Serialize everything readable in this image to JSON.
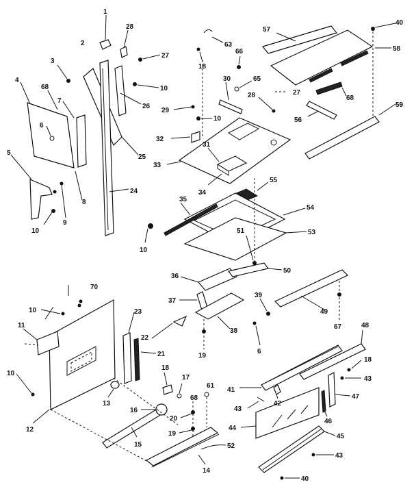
{
  "labels": {
    "l1": "1",
    "l28a": "28",
    "l27a": "27",
    "l2": "2",
    "l3": "3",
    "l10a": "10",
    "l68a": "68",
    "l7": "7",
    "l4": "4",
    "l6a": "6",
    "l26": "26",
    "l25": "25",
    "l5": "5",
    "l8": "8",
    "l24": "24",
    "l9": "9",
    "l10b": "10",
    "l63": "63",
    "l18a": "18",
    "l66": "66",
    "l30": "30",
    "l65": "65",
    "l57": "57",
    "l40a": "40",
    "l58": "58",
    "l68b": "68",
    "l56": "56",
    "l59": "59",
    "l29": "29",
    "l10c": "10",
    "l28b": "28",
    "l27b": "27",
    "l31": "31",
    "l32": "32",
    "l33": "33",
    "l34": "34",
    "l55": "55",
    "l35": "35",
    "l54": "54",
    "l51": "51",
    "l53": "53",
    "l10d": "10",
    "l36": "36",
    "l50": "50",
    "l37": "37",
    "l38": "38",
    "l39": "39",
    "l49": "49",
    "l67": "67",
    "l19a": "19",
    "l6b": "6",
    "l70": "70",
    "l10e": "10",
    "l23": "23",
    "l11": "11",
    "l22": "22",
    "l21": "21",
    "l10f": "10",
    "l18b": "18",
    "l17": "17",
    "l13": "13",
    "l12": "12",
    "l61": "61",
    "l16": "16",
    "l68c": "68",
    "l20": "20",
    "l19b": "19",
    "l15": "15",
    "l52": "52",
    "l14": "14",
    "l48": "48",
    "l18c": "18",
    "l41": "41",
    "l42": "42",
    "l43a": "43",
    "l43b": "43",
    "l47": "47",
    "l46": "46",
    "l44": "44",
    "l45": "45",
    "l43c": "43",
    "l40b": "40"
  }
}
